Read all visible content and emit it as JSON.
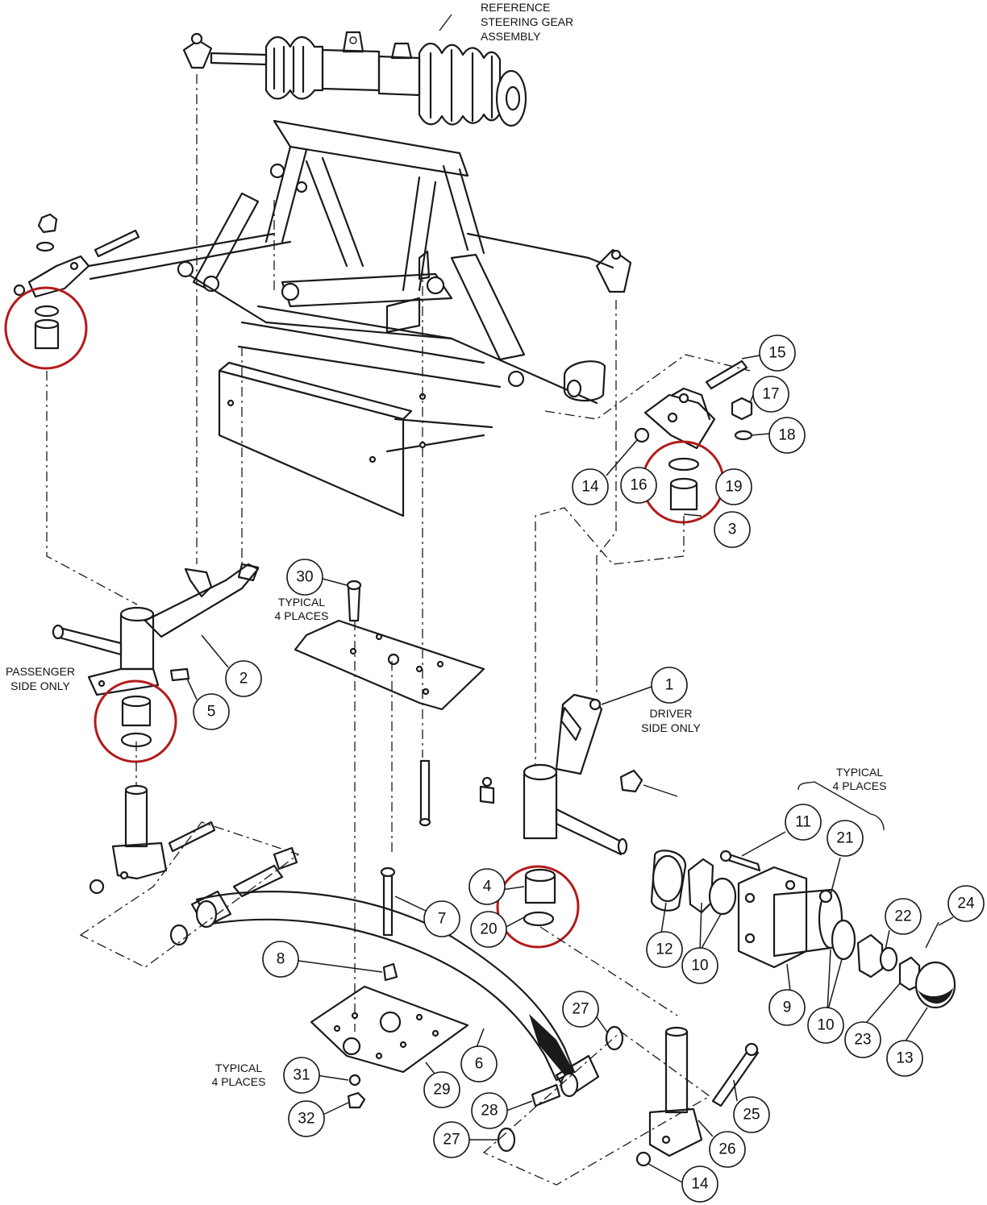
{
  "notes": {
    "reference_steering": [
      "REFERENCE",
      "STEERING GEAR",
      "ASSEMBLY"
    ],
    "typical_4_places_a": [
      "TYPICAL",
      "4 PLACES"
    ],
    "typical_4_places_b": [
      "TYPICAL",
      "4 PLACES"
    ],
    "typical_4_places_c": [
      "TYPICAL",
      "4 PLACES"
    ],
    "passenger_side_only": [
      "PASSENGER",
      "SIDE ONLY"
    ],
    "driver_side_only": [
      "DRIVER",
      "SIDE ONLY"
    ]
  },
  "callouts": [
    "15",
    "17",
    "18",
    "14",
    "16",
    "19",
    "3",
    "30",
    "2",
    "5",
    "1",
    "11",
    "21",
    "4",
    "7",
    "20",
    "22",
    "24",
    "12",
    "10",
    "9",
    "10",
    "23",
    "13",
    "8",
    "27",
    "6",
    "29",
    "31",
    "28",
    "32",
    "27",
    "25",
    "26",
    "14"
  ],
  "colors": {
    "ink": "#1a1a1a",
    "highlight": "#b31b1b",
    "background": "#ffffff"
  }
}
